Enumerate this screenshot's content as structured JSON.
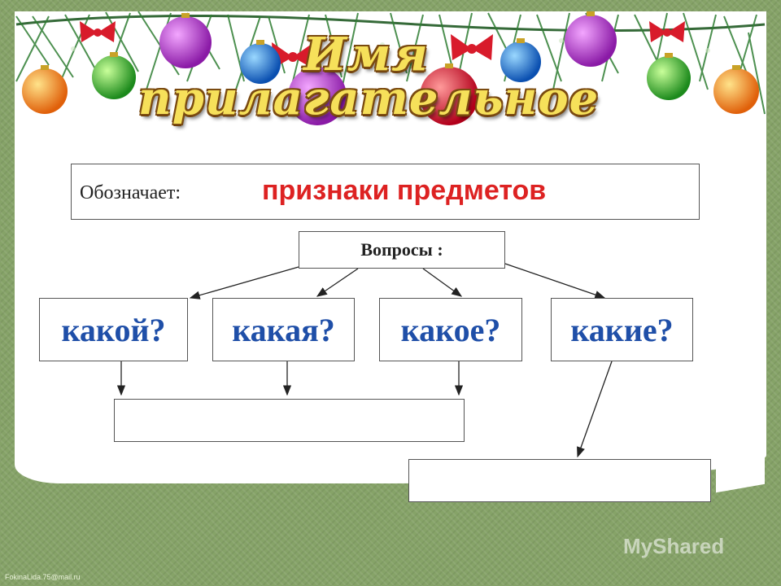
{
  "title": {
    "line1": "Имя",
    "line2": "прилагательное"
  },
  "definition": {
    "label": "Обозначает:",
    "value": "признаки предметов"
  },
  "questions": {
    "label": "Вопросы :"
  },
  "forms": [
    {
      "text": "какой?"
    },
    {
      "text": "какая?"
    },
    {
      "text": "какое?"
    },
    {
      "text": "какие?"
    }
  ],
  "answer_boxes": [
    {
      "text": ""
    },
    {
      "text": ""
    }
  ],
  "footer": {
    "author": "FokinaLida.75@mail.ru",
    "logo": "MyShared"
  },
  "colors": {
    "accent_red": "#dd2222",
    "form_blue": "#1f4fa8",
    "title_yellow": "#f6e05a",
    "background_green": "#86a368"
  }
}
